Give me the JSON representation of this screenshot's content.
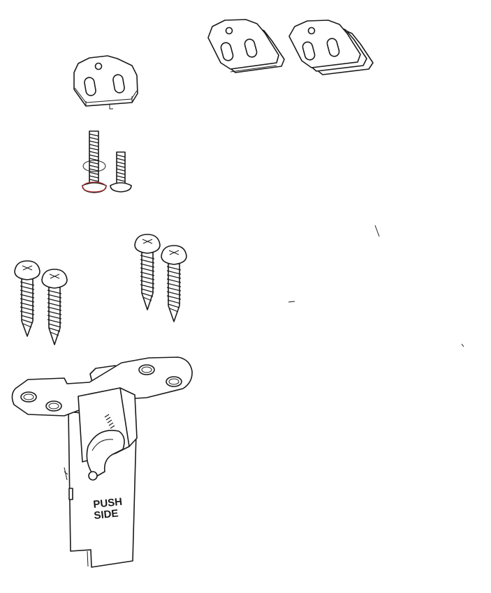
{
  "diagram": {
    "components": [
      {
        "name": "shim-plate-single",
        "count": 1
      },
      {
        "name": "shim-plate-double",
        "count": 2
      },
      {
        "name": "shim-plate-triple",
        "count": 3
      },
      {
        "name": "machine-screw-long"
      },
      {
        "name": "machine-screw-short"
      },
      {
        "name": "wood-screw-left-pair",
        "count": 2
      },
      {
        "name": "wood-screw-right-pair",
        "count": 2
      },
      {
        "name": "door-latch-catch"
      }
    ],
    "latch_label_line1": "PUSH",
    "latch_label_line2": "SIDE",
    "colors": {
      "line": "#1a1a1a",
      "washer_ring": "#b03030",
      "fill": "#ffffff"
    }
  }
}
